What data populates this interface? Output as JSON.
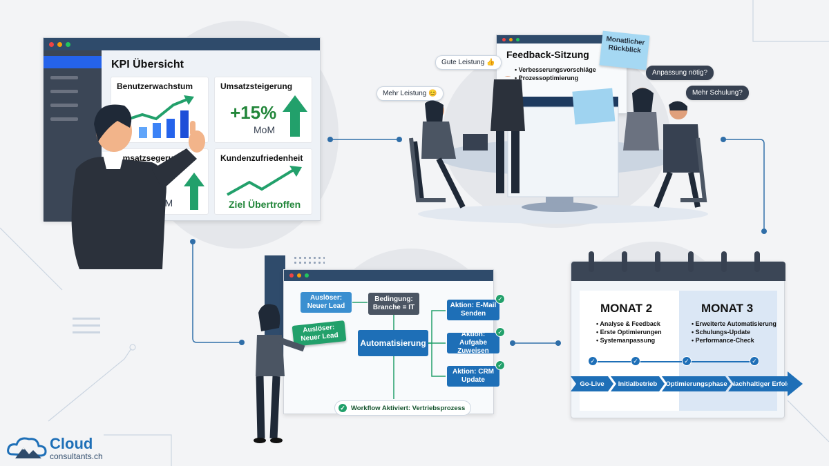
{
  "kpi": {
    "title": "KPI Übersicht",
    "cards": {
      "user_growth": {
        "title": "Benutzerwachstum"
      },
      "revenue_increase": {
        "title": "Umsatzsteigerung",
        "value": "+15%",
        "unit": "MoM"
      },
      "revenue_cut": {
        "title": "Umsatzsegerung",
        "unit": "MoM"
      },
      "satisfaction": {
        "title": "Kundenzufriedenheit",
        "caption": "Ziel Übertroffen"
      }
    }
  },
  "meeting": {
    "title": "Feedback-Sitzung",
    "points": [
      "Verbesserungsvorschläge",
      "Prozessoptimierung"
    ],
    "sticky": "Monatlicher Rückblick",
    "bubbles": {
      "good": "Gute Leistung 👍",
      "more": "Mehr Leistung 😊",
      "adjust": "Anpassung nötig?",
      "training": "Mehr Schulung?"
    }
  },
  "workflow": {
    "trigger": "Auslöser: Neuer Lead",
    "trigger_card": "Auslöser: Neuer Lead",
    "condition": "Bedingung: Branche = IT",
    "automation": "Automatisierung",
    "actions": [
      "Aktion: E-Mail Senden",
      "Aktion: Aufgabe Zuweisen",
      "Aktion: CRM Update"
    ],
    "status": "Workflow Aktiviert: Vertriebsprozess"
  },
  "calendar": {
    "month2": {
      "title": "MONAT 2",
      "items": [
        "Analyse & Feedback",
        "Erste Optimierungen",
        "Systemanpassung"
      ]
    },
    "month3": {
      "title": "MONAT 3",
      "items": [
        "Erweiterte Automatisierung",
        "Schulungs-Update",
        "Performance-Check"
      ]
    },
    "timeline": [
      "Go-Live",
      "Initialbetrieb",
      "Optimierungsphase",
      "Nachhaltiger Erfolg"
    ]
  },
  "logo": {
    "name": "Cloud",
    "domain": "consultants.ch"
  },
  "colors": {
    "accent": "#1e6fb7",
    "dark": "#2f4b6b",
    "green": "#22a06b"
  }
}
